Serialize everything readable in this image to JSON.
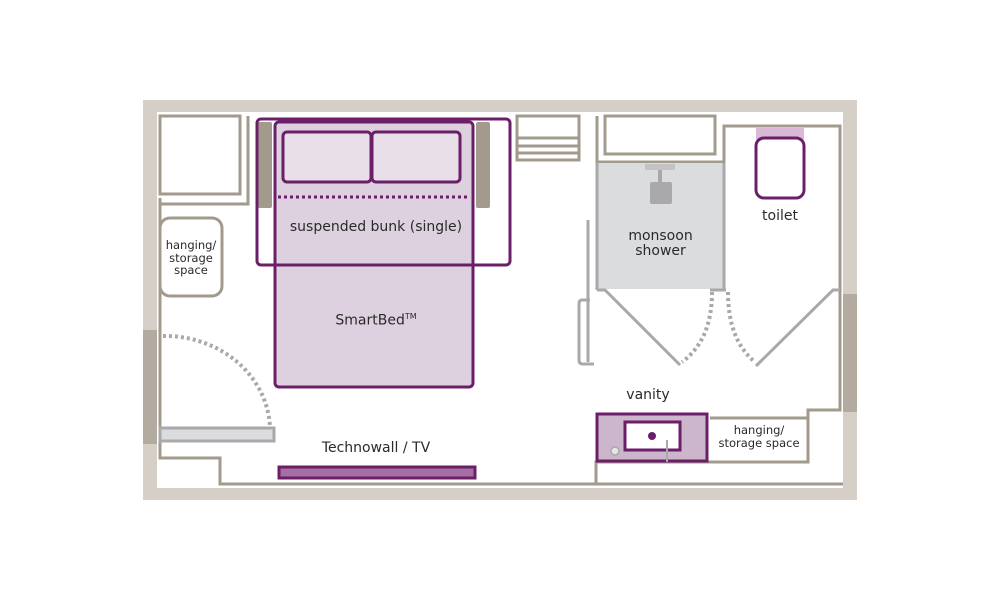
{
  "diagram": {
    "type": "floor_plan",
    "colors": {
      "outer_wall": "#d6cfc7",
      "inner_wall": "#a39a8e",
      "accent_purple": "#6b1f68",
      "purple_fill": "#ddd0df",
      "shower_fill": "#dadcde",
      "fixture_gray": "#a9a9ab"
    },
    "labels": {
      "suspended_bunk": "suspended bunk (single)",
      "smartbed": "SmartBed",
      "smartbed_mark": "TM",
      "hanging_left_1": "hanging/",
      "hanging_left_2": "storage",
      "hanging_left_3": "space",
      "technowall": "Technowall / TV",
      "monsoon_1": "monsoon",
      "monsoon_2": "shower",
      "toilet": "toilet",
      "vanity": "vanity",
      "hanging_right_1": "hanging/",
      "hanging_right_2": "storage space"
    }
  }
}
